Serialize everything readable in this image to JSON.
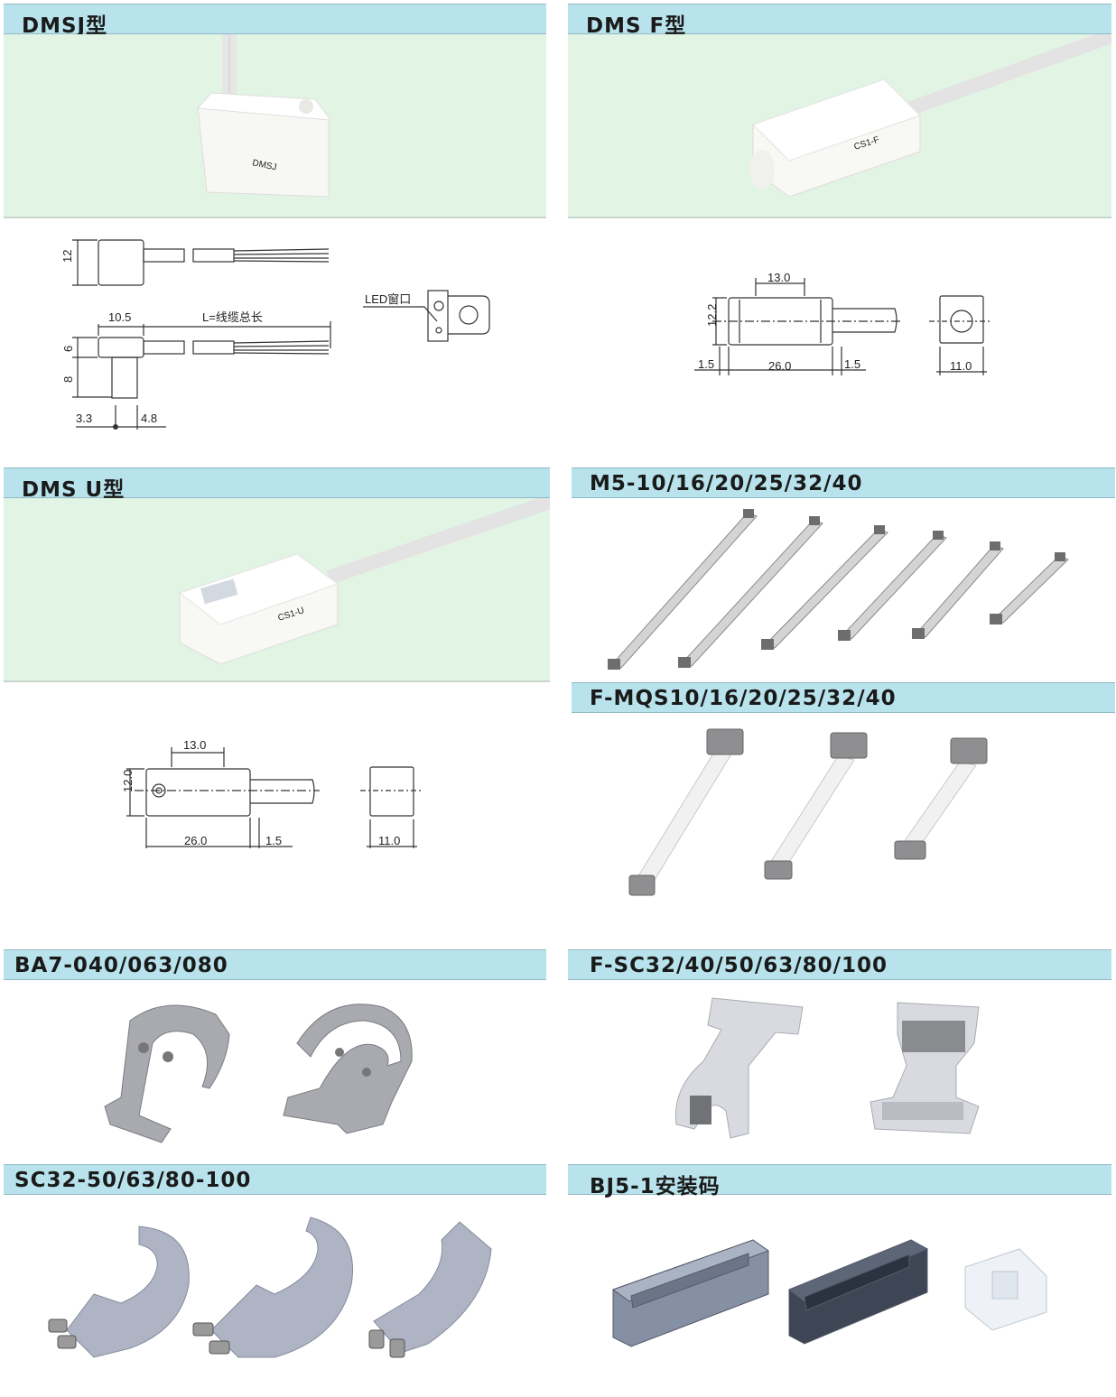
{
  "colors": {
    "header_bg": "#b8e3ec",
    "photo_bg": "#e2f4e4",
    "line": "#333333"
  },
  "sections": {
    "dmsj": {
      "title": "DMSJ型",
      "part_marking": "DMSJ",
      "dims": {
        "h12": "12",
        "w10_5": "10.5",
        "cable": "L=线缆总长",
        "h6": "6",
        "h8": "8",
        "w3_3": "3.3",
        "w4_8": "4.8",
        "led": "LED窗口"
      }
    },
    "dmsf": {
      "title": "DMS F型",
      "part_marking": "CS1-F",
      "dims": {
        "w13": "13.0",
        "h12_2": "12.2",
        "w1_5a": "1.5",
        "w26": "26.0",
        "w1_5b": "1.5",
        "w11": "11.0"
      }
    },
    "dmsu": {
      "title": "DMS U型",
      "part_marking": "CS1-U",
      "dims": {
        "w13": "13.0",
        "h12": "12.0",
        "w26": "26.0",
        "w1_5": "1.5",
        "w11": "11.0"
      }
    },
    "m5": {
      "title": "M5-10/16/20/25/32/40"
    },
    "fmqs": {
      "title": "F-MQS10/16/20/25/32/40"
    },
    "ba7": {
      "title": "BA7-040/063/080"
    },
    "fsc": {
      "title": "F-SC32/40/50/63/80/100"
    },
    "sc32": {
      "title": "SC32-50/63/80-100"
    },
    "bj5": {
      "title": "BJ5-1安装码"
    }
  }
}
